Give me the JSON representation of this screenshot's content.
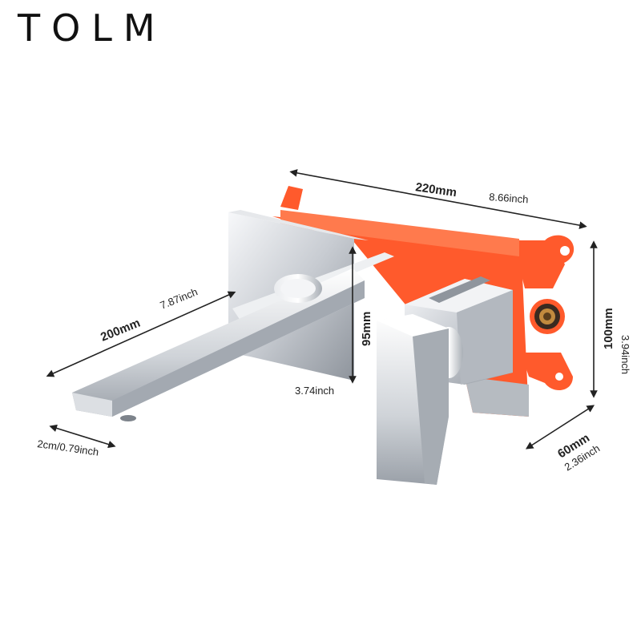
{
  "brand": {
    "logo_text": "TOLM"
  },
  "dimensions": {
    "width_total_mm": "220mm",
    "width_total_inch": "8.66inch",
    "spout_length_mm": "200mm",
    "spout_length_inch": "7.87inch",
    "handle_height_mm": "95mm",
    "handle_height_inch": "3.74inch",
    "box_height_mm": "100mm",
    "box_height_inch": "3.94inch",
    "depth_mm": "60mm",
    "depth_inch": "2.36inch",
    "spout_thickness": "2cm/0.79inch"
  },
  "colors": {
    "valve_box": "#ff5a2c",
    "chrome": "#c9ccd1",
    "brass": "#c28a3e",
    "dimension_line": "#222222"
  }
}
